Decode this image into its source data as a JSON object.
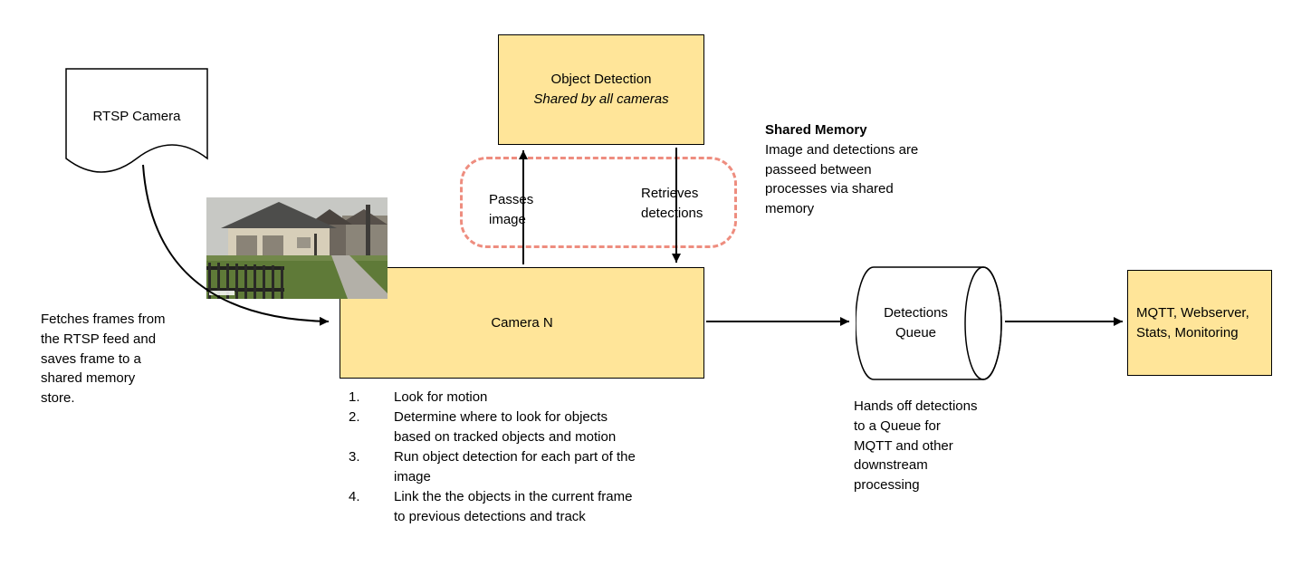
{
  "diagram": {
    "rtsp": {
      "label": "RTSP Camera"
    },
    "object_detection": {
      "title": "Object Detection",
      "subtitle": "Shared by all cameras"
    },
    "camera": {
      "label": "Camera N"
    },
    "queue": {
      "label": "Detections\nQueue"
    },
    "outputs": {
      "label": "MQTT, Webserver,\nStats, Monitoring"
    },
    "edges": {
      "passes_image": "Passes\nimage",
      "retrieves_detections": "Retrieves\ndetections"
    },
    "notes": {
      "shared_memory_title": "Shared Memory",
      "shared_memory_body": "Image and detections are\npasseed between\nprocesses via shared\nmemory",
      "fetch_note": "Fetches frames from\nthe RTSP feed and\nsaves frame to a\nshared memory\nstore.",
      "handoff_note": "Hands off detections\nto a Queue for\nMQTT and other\ndownstream\nprocessing"
    },
    "camera_steps": [
      {
        "num": "1.",
        "text": "Look for motion"
      },
      {
        "num": "2.",
        "text": "Determine where to look for objects\nbased on tracked objects and motion"
      },
      {
        "num": "3.",
        "text": "Run object detection for each part of the\nimage"
      },
      {
        "num": "4.",
        "text": "Link the the objects in the current frame\nto previous detections and track"
      }
    ],
    "colors": {
      "node_fill": "#ffe599",
      "node_border": "#000000",
      "shared_memory_dash": "#ee8d7f",
      "arrow": "#000000",
      "background": "#ffffff"
    }
  }
}
